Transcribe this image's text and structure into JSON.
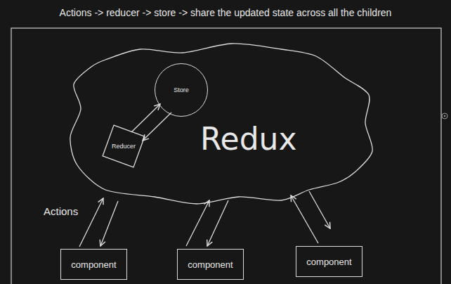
{
  "diagram": {
    "title": "Actions -> reducer -> store -> share the updated state across all the children",
    "nodes": [
      {
        "text": [
          "Redux"
        ]
      },
      {
        "text": [
          "Store"
        ],
        "in": 0
      },
      {
        "text": [
          "Reducer"
        ],
        "in": 0
      },
      {
        "text": [
          "component"
        ]
      },
      {
        "text": [
          "component"
        ]
      },
      {
        "text": [
          "component"
        ]
      }
    ],
    "edges": [
      {
        "from": 2,
        "to": 1,
        "arrow": "to"
      },
      {
        "from": 1,
        "to": 2,
        "arrow": "to"
      },
      {
        "from": 3,
        "to": 0,
        "arrow": "to"
      },
      {
        "from": 0,
        "to": 3,
        "arrow": "to"
      },
      {
        "from": 4,
        "to": 0,
        "arrow": "to"
      },
      {
        "from": 0,
        "to": 4,
        "arrow": "to"
      },
      {
        "from": 5,
        "to": 0,
        "arrow": "to"
      },
      {
        "from": 0,
        "to": 5,
        "arrow": "to"
      }
    ],
    "labels": [
      "Actions"
    ]
  }
}
